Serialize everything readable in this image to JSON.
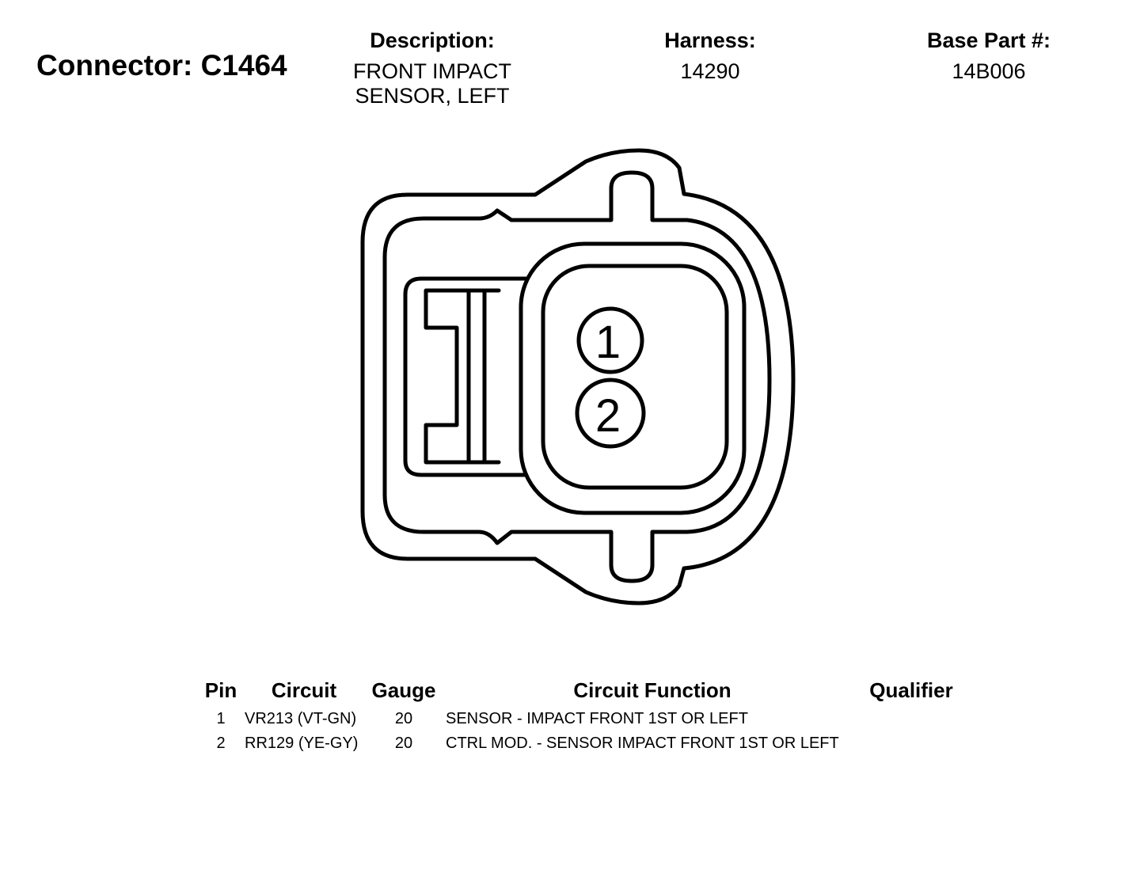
{
  "connector": {
    "title": "Connector: C1464"
  },
  "header": {
    "description_label": "Description:",
    "description_lines": [
      "FRONT IMPACT",
      "SENSOR, LEFT"
    ],
    "harness_label": "Harness:",
    "harness_value": "14290",
    "base_part_label": "Base Part #:",
    "base_part_value": "14B006"
  },
  "diagram": {
    "pins": [
      "1",
      "2"
    ],
    "stroke_color": "#000000"
  },
  "table": {
    "headers": {
      "pin": "Pin",
      "circuit": "Circuit",
      "gauge": "Gauge",
      "function": "Circuit Function",
      "qualifier": "Qualifier"
    },
    "rows": [
      {
        "pin": "1",
        "circuit": "VR213 (VT-GN)",
        "gauge": "20",
        "function": "SENSOR - IMPACT FRONT 1ST OR LEFT",
        "qualifier": ""
      },
      {
        "pin": "2",
        "circuit": "RR129 (YE-GY)",
        "gauge": "20",
        "function": "CTRL MOD. - SENSOR IMPACT FRONT 1ST OR LEFT",
        "qualifier": ""
      }
    ]
  }
}
